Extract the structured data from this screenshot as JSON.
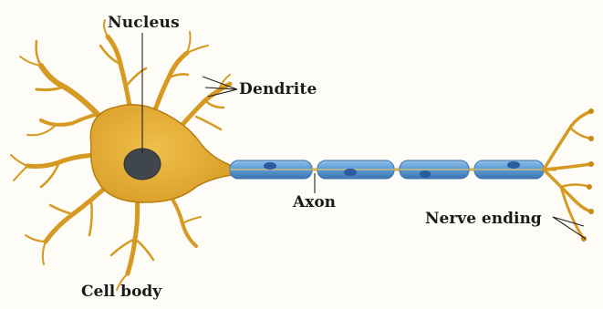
{
  "labels": {
    "nucleus": "Nucleus",
    "dendrite": "Dendrite",
    "axon": "Axon",
    "nerve_ending": "Nerve ending",
    "cell_body": "Cell body"
  },
  "colors": {
    "cell_body": "#e0a62e",
    "cell_outline": "#b57f12",
    "nucleus": "#3f474d",
    "myelin": "#5b9bd5",
    "myelin_dark": "#3d74ad",
    "node_nucleus": "#2a5aa0",
    "axon_core": "#c9a23a",
    "leader_line": "#222222"
  }
}
